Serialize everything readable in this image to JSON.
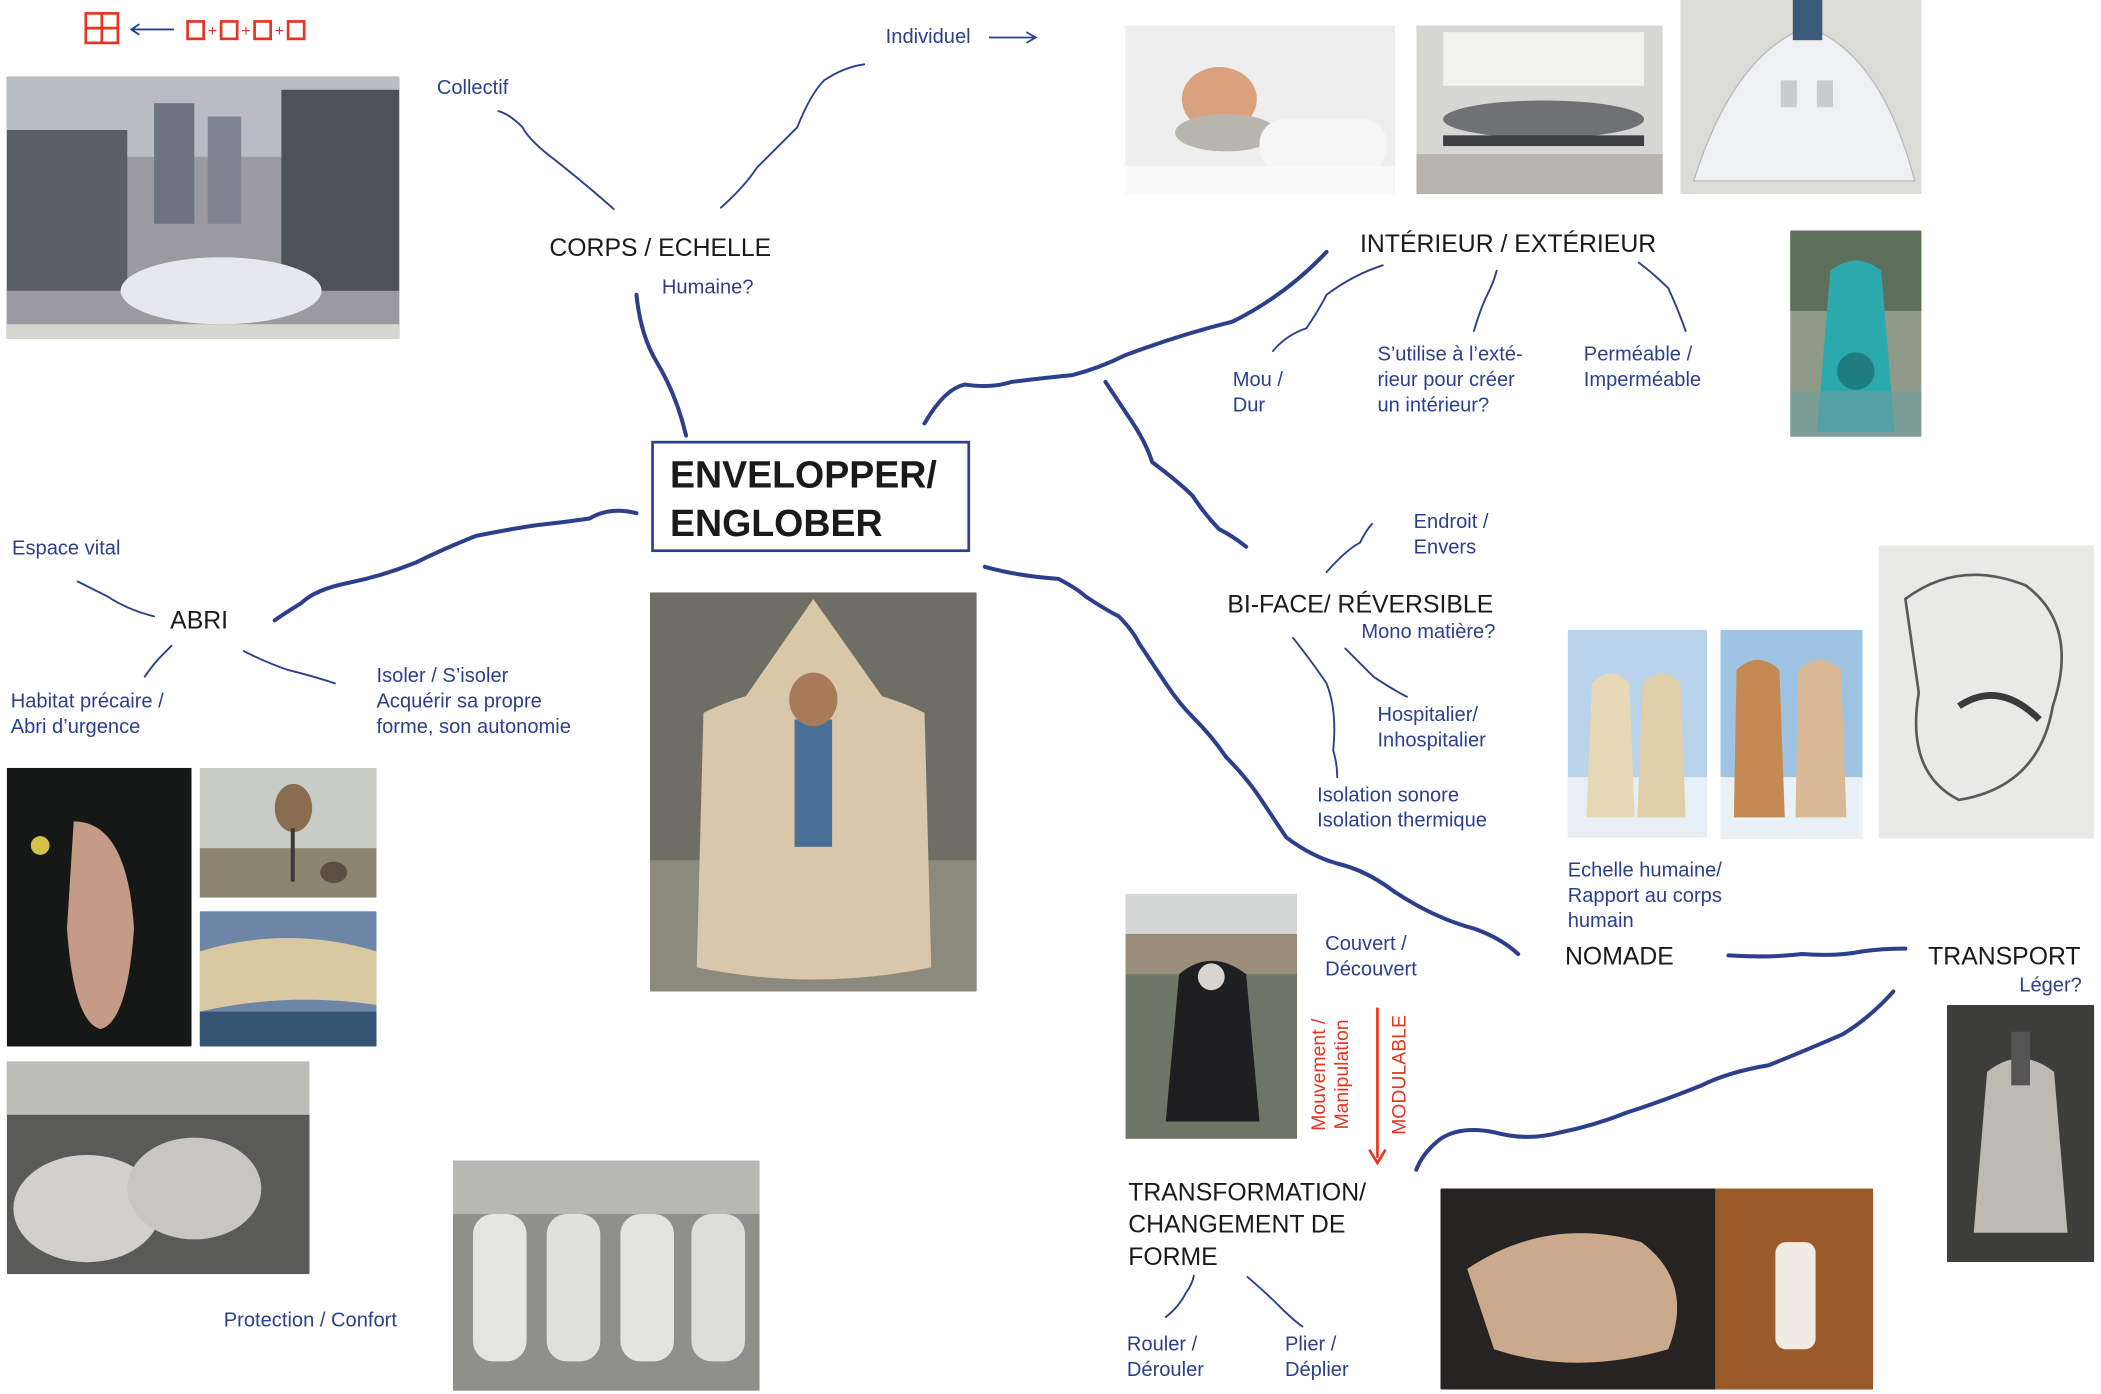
{
  "title": "ENVELOPPER/\nENGLOBER",
  "legend": {
    "plus": "+"
  },
  "branches": {
    "corps": {
      "title": "CORPS / ECHELLE",
      "sub": "Humaine?",
      "collectif": "Collectif",
      "individuel": "Individuel"
    },
    "interieur": {
      "title": "INTÉRIEUR / EXTÉRIEUR",
      "mou": "Mou /\nDur",
      "sutilise": "S’utilise à l’exté-\nrieur pour créer\nun intérieur?",
      "permeable": "Perméable /\nImperméable"
    },
    "biface": {
      "title": "BI-FACE/ RÉVERSIBLE",
      "sub": "Mono matière?",
      "endroit": "Endroit /\nEnvers",
      "hospitalier": "Hospitalier/\nInhospitalier",
      "isolation": "Isolation sonore\nIsolation thermique"
    },
    "abri": {
      "title": "ABRI",
      "espace": "Espace vital",
      "habitat": "Habitat précaire /\nAbri d’urgence",
      "isoler": "Isoler / S’isoler\nAcquérir sa propre\nforme, son autonomie",
      "protection": "Protection / Confort"
    },
    "nomade": {
      "title": "NOMADE",
      "echelle": "Echelle humaine/\nRapport au corps\nhumain"
    },
    "transport": {
      "title": "TRANSPORT",
      "sub": "Léger?"
    },
    "transformation": {
      "title": "TRANSFORMATION/\nCHANGEMENT DE\nFORME",
      "couvert": "Couvert /\nDécouvert",
      "rouler": "Rouler /\nDérouler",
      "plier": "Plier /\n Déplier",
      "mouvement": "Mouvement /\nManipulation",
      "modulable": "MODULABLE"
    }
  },
  "colors": {
    "accent": "#2b3f8c",
    "red": "#e5341f",
    "text": "#1a1a1a"
  }
}
